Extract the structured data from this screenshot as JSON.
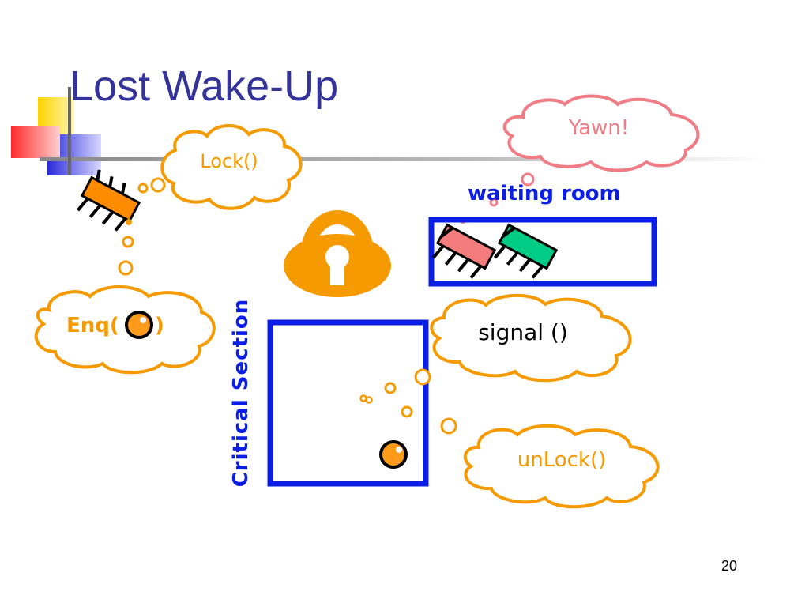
{
  "slide": {
    "title": "Lost Wake-Up",
    "page_number": "20"
  },
  "clouds": {
    "lock": "Lock()",
    "enq_prefix": "Enq(",
    "enq_suffix": ")",
    "yawn": "Yawn!",
    "signal": "signal ()",
    "unlock": "unLock()"
  },
  "labels": {
    "waiting_room": "waiting room",
    "critical_section": "Critical Section"
  },
  "colors": {
    "title": "#333399",
    "accent_orange": "#f59a00",
    "region_blue": "#0a1ee6",
    "yawn_pink": "#f07c85",
    "thread_orange": "#ff8c00",
    "thread_pink": "#f47c7c",
    "thread_green": "#00cc88"
  }
}
